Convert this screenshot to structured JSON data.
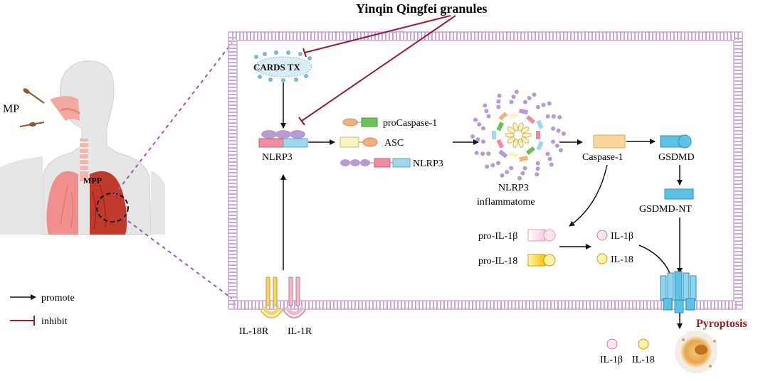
{
  "title": "Yinqin Qingfei granules",
  "labels": {
    "mp": "MP",
    "mpp": "MPP",
    "cards_tx": "CARDS TX",
    "nlrp3": "NLRP3",
    "procaspase1": "proCaspase-1",
    "asc": "ASC",
    "nlrp3_small": "NLRP3",
    "inflammasome_line1": "NLRP3",
    "inflammasome_line2": "inflammatome",
    "caspase1": "Caspase-1",
    "gsdmd": "GSDMD",
    "gsdmd_nt": "GSDMD-NT",
    "pro_il1b": "pro-IL-1β",
    "pro_il18": "pro-IL-18",
    "il1b": "IL-1β",
    "il18": "IL-18",
    "il18r": "IL-18R",
    "il1r": "IL-1R",
    "pyroptosis": "Pyroptosis",
    "out_il1b": "IL-1β",
    "out_il18": "IL-18"
  },
  "legend": {
    "promote": "promote",
    "inhibit": "inhibit"
  },
  "colors": {
    "inhibit": "#9b1b30",
    "membrane": "#c9a6dc",
    "nlrp3_pink": "#f08ca0",
    "nlrp3_blue": "#9fd8ee",
    "nlrp3_purple": "#b59ad4",
    "procaspase_orange": "#f5b07a",
    "procaspase_green": "#6cc25a",
    "asc_yellow": "#fbf4c0",
    "caspase_orange": "#fcd59a",
    "gsdmd_blue": "#5cc3e6",
    "pro_il1b_pink": "#f7c8e0",
    "pro_il18_yellow": "#f2c200",
    "lung_red": "#c0392b",
    "pyroptosis_red": "#a02020"
  },
  "icons": [
    "lungs-human-figure",
    "cards-tx-toxin-icon",
    "inflammasome-ring-icon",
    "gsdmd-pore-icon",
    "dying-cell-icon",
    "receptor-icon"
  ]
}
